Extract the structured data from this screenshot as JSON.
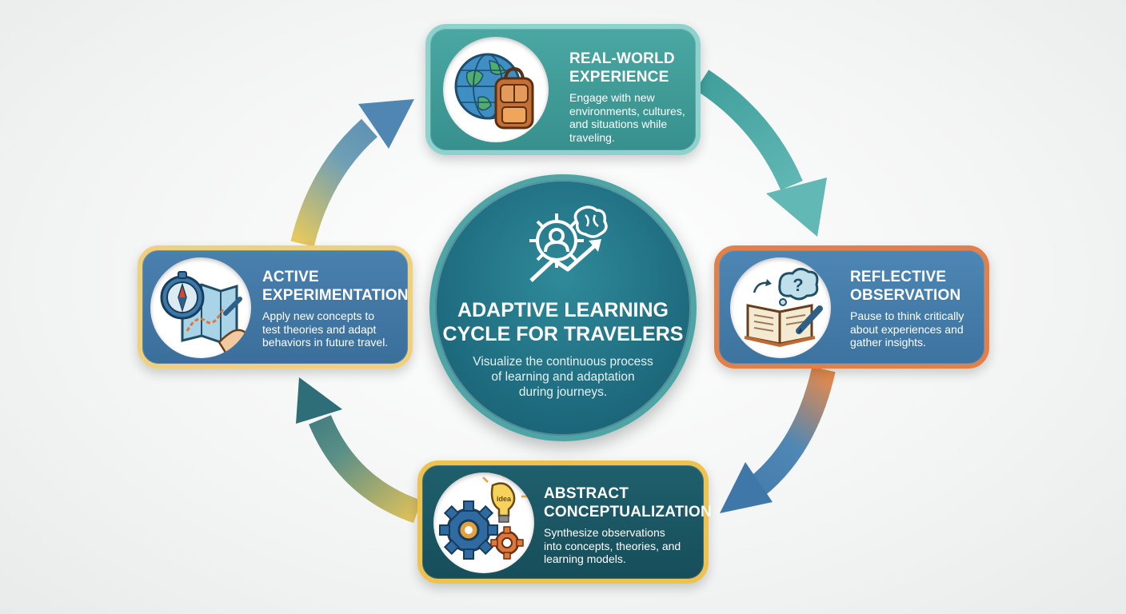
{
  "center": {
    "title_lines": [
      "ADAPTIVE LEARNING",
      "CYCLE FOR TRAVELERS"
    ],
    "description_lines": [
      "Visualize the continuous process",
      "of learning and adaptation",
      "during journeys."
    ],
    "icon": "gear-brain-growth-icon"
  },
  "stages": {
    "real_world": {
      "title_lines": [
        "REAL-WORLD",
        "EXPERIENCE"
      ],
      "description_lines": [
        "Engage with new",
        "environments, cultures,",
        "and situations while",
        "traveling."
      ],
      "icon": "globe-backpack-icon",
      "color": "#3f9d99",
      "border_color": "#8fd2cd"
    },
    "reflective": {
      "title_lines": [
        "REFLECTIVE",
        "OBSERVATION"
      ],
      "description_lines": [
        "Pause to think critically",
        "about experiences and",
        "gather insights."
      ],
      "icon": "journal-thought-icon",
      "color": "#467daa",
      "border_color": "#e57f48"
    },
    "abstract": {
      "title_lines": [
        "ABSTRACT",
        "CONCEPTUALIZATION"
      ],
      "description_lines": [
        "Synthesize observations",
        "into concepts, theories, and",
        "learning models."
      ],
      "icon": "gears-lightbulb-icon",
      "idea_label": "idea",
      "color": "#1c5867",
      "border_color": "#efc14e"
    },
    "active": {
      "title_lines": [
        "ACTIVE",
        "EXPERIMENTATION"
      ],
      "description_lines": [
        "Apply new concepts to",
        "test theories and adapt",
        "behaviors in future travel."
      ],
      "icon": "compass-map-icon",
      "color": "#4377a4",
      "border_color": "#f0d07c"
    }
  },
  "colors": {
    "arrow_teal": "#4ea9a6",
    "arrow_blue": "#3f78a8",
    "arrow_orange": "#e58a4d",
    "arrow_yellow": "#e2c25a",
    "arrow_dark_teal": "#2e6e78"
  }
}
